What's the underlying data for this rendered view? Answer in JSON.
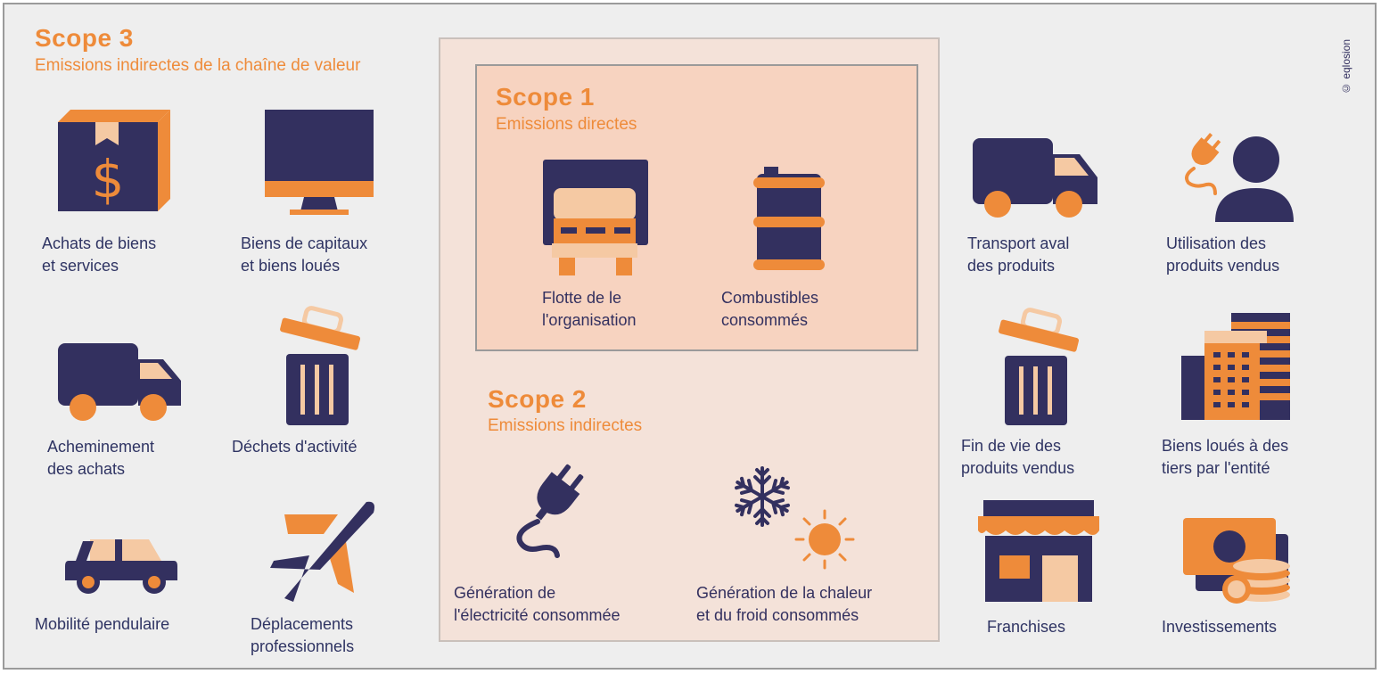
{
  "copyright": "© eqlosion",
  "colors": {
    "navy": "#33305f",
    "orange": "#ee8b3a",
    "peach": "#f5c9a3",
    "background": "#eeeeee"
  },
  "scope3": {
    "title": "Scope 3",
    "subtitle": "Emissions indirectes de la chaîne de valeur",
    "items": [
      {
        "label": "Achats de biens\net services",
        "icon": "box-dollar-icon"
      },
      {
        "label": "Biens de capitaux\net biens loués",
        "icon": "monitor-icon"
      },
      {
        "label": "Acheminement\ndes achats",
        "icon": "truck-icon"
      },
      {
        "label": "Déchets d'activité",
        "icon": "trash-bin-icon"
      },
      {
        "label": "Mobilité pendulaire",
        "icon": "car-icon"
      },
      {
        "label": "Déplacements\nprofessionnels",
        "icon": "airplane-icon"
      },
      {
        "label": "Transport aval\ndes produits",
        "icon": "truck-icon"
      },
      {
        "label": "Utilisation des\nproduits vendus",
        "icon": "user-plug-icon"
      },
      {
        "label": "Fin de vie des\nproduits vendus",
        "icon": "trash-bin-icon"
      },
      {
        "label": "Biens loués à des\ntiers par l'entité",
        "icon": "buildings-icon"
      },
      {
        "label": "Franchises",
        "icon": "shop-icon"
      },
      {
        "label": "Investissements",
        "icon": "money-coins-icon"
      }
    ]
  },
  "scope1": {
    "title": "Scope 1",
    "subtitle": "Emissions directes",
    "items": [
      {
        "label": "Flotte de le\nl'organisation",
        "icon": "truck-front-icon"
      },
      {
        "label": "Combustibles\nconsommés",
        "icon": "fuel-barrel-icon"
      }
    ]
  },
  "scope2": {
    "title": "Scope 2",
    "subtitle": "Emissions indirectes",
    "items": [
      {
        "label": "Génération de\nl'électricité consommée",
        "icon": "electric-plug-icon"
      },
      {
        "label": "Génération de la chaleur\net du froid consommés",
        "icon": "snowflake-sun-icon"
      }
    ]
  }
}
